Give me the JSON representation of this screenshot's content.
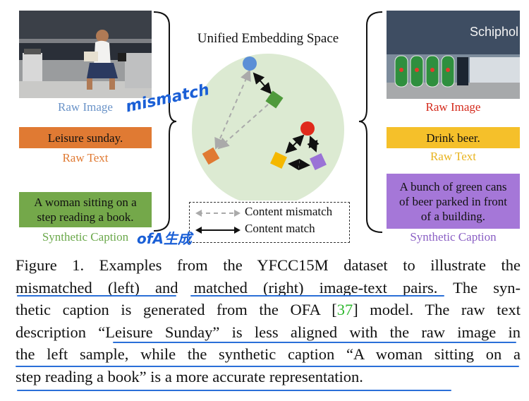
{
  "diagram": {
    "title": "Unified Embedding Space",
    "left": {
      "raw_image_label": "Raw Image",
      "raw_text": "Leisure sunday.",
      "raw_text_label": "Raw Text",
      "synthetic_caption": "A woman sitting on a step reading a book.",
      "synthetic_caption_label": "Synthetic Caption"
    },
    "right": {
      "photo_sign_text": "Schiphol",
      "raw_image_label": "Raw Image",
      "raw_text": "Drink beer.",
      "raw_text_label": "Raw Text",
      "synthetic_caption": "A bunch of green cans of beer parked in front of a building.",
      "synthetic_caption_label": "Synthetic Caption"
    },
    "legend": {
      "mismatch": "Content mismatch",
      "match": "Content match"
    },
    "colors": {
      "blue_node": "#5b8fd6",
      "green_node": "#4f9a3c",
      "orange_node": "#e07a33",
      "red_node": "#e02a1c",
      "yellow_node": "#f5b800",
      "purple_node": "#9a72d6",
      "circle_fill": "#dcead2",
      "raw_image_label_left": "#6a93c8",
      "raw_image_label_right": "#d42a1c",
      "raw_text_left_fill": "#e07a33",
      "raw_text_right_fill": "#f5c02a",
      "synthetic_left_fill": "#74a84a",
      "synthetic_right_fill": "#a577d8"
    }
  },
  "annotations": {
    "mismatch_note": "mismatch",
    "ofa_note": "ofA生成"
  },
  "caption": {
    "line1": "Figure 1. Examples from the YFCC15M dataset to illustrate the",
    "line2a": "mismatched (left) and matched (right) image-text pairs.",
    "line2b": " The syn-",
    "line3a": "thetic caption is generated from the OFA [",
    "ref": "37",
    "line3b": "] model. The raw text",
    "line4": "description “Leisure Sunday” is less aligned with the raw image in",
    "line5": "the left sample, while the synthetic caption “A woman sitting on a",
    "line6": "step reading a book” is a more accurate representation."
  }
}
